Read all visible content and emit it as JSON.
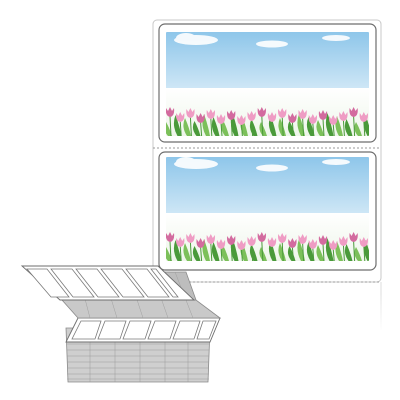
{
  "product": {
    "labels": [
      {
        "id": "top",
        "scene": "sky-clouds-pink-tulips"
      },
      {
        "id": "bottom",
        "scene": "sky-clouds-pink-tulips"
      }
    ],
    "stack_illustration": "fanfold-label-stack"
  },
  "colors": {
    "sky_top": "#8ec6ea",
    "sky_bottom": "#ffffff",
    "tulip": "#ef9cc4",
    "tulip_dark": "#d36b9f",
    "leaf": "#4a9a3a",
    "leaf_light": "#7cc05a",
    "stack_face": "#d9d9d9",
    "stack_edge": "#7a7a7a"
  }
}
